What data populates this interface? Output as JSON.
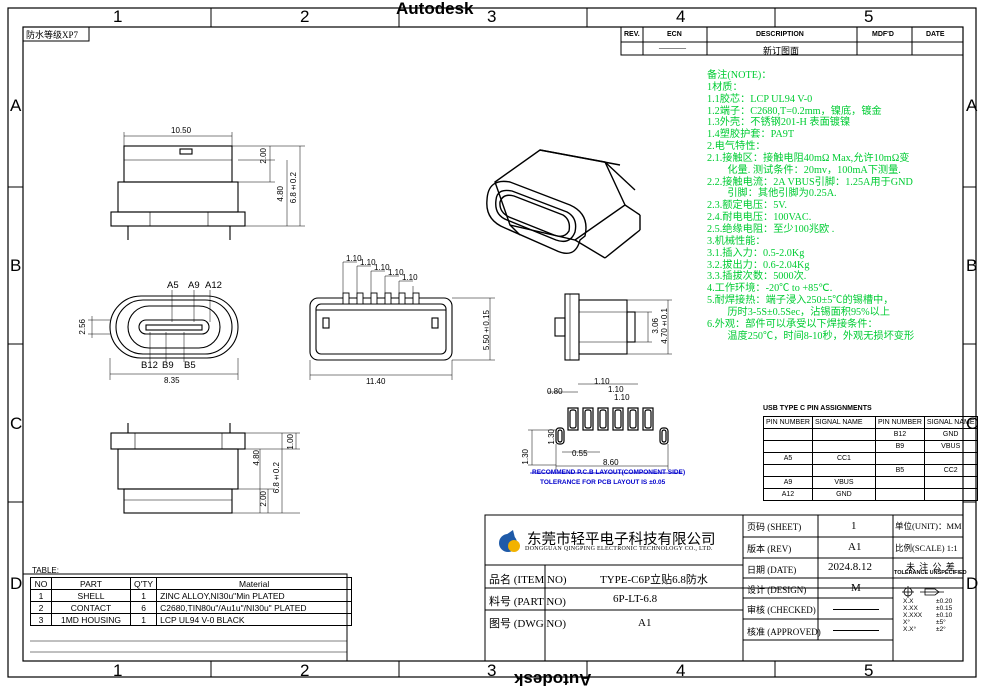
{
  "header": {
    "brand": "Autodesk",
    "top_label": "防水等级XP7"
  },
  "zones": {
    "cols": [
      "1",
      "2",
      "3",
      "4",
      "5"
    ],
    "rows": [
      "A",
      "B",
      "C",
      "D"
    ]
  },
  "revision": {
    "headers": [
      "REV.",
      "ECN",
      "DESCRIPTION",
      "MDF'D",
      "DATE"
    ],
    "description": "新订图面",
    "ecn": "———"
  },
  "notes": [
    "备注(NOTE)：",
    "1材质：",
    "1.1胶芯：LCP UL94 V-0",
    "1.2端子：C2680,T=0.2mm，镍底，镀金",
    "1.3外壳：不锈钢201-H 表面镀镍",
    "1.4塑胶护套：PA9T",
    "2.电气特性：",
    "2.1.接触区：接触电阻40mΩ Max,允许10mΩ变",
    "　　化量. 测试条件：20mv，100mA下测量.",
    "2.2.接触电流：2A VBUS引脚：1.25A用于GND",
    "　　引脚：其他引脚为0.25A.",
    "2.3.额定电压：5V.",
    "2.4.耐电电压：100VAC.",
    "2.5.绝缘电阻：至少100兆欧 .",
    "3.机械性能：",
    "3.1.插入力：0.5-2.0Kg",
    "3.2.拔出力：0.6-2.04Kg",
    "3.3.插拔次数：5000次.",
    "4.工作环境：-20℃ to +85℃.",
    "5.耐焊接热：端子浸入250±5℃的锡槽中，",
    "　　历时3-5S±0.5Sec，沾锡面积95%以上",
    "6.外观：部件可以承受以下焊接条件：",
    "　　温度250℃，时间8-10秒，外观无损坏变形"
  ],
  "usb_table": {
    "title": "USB TYPE C PIN ASSIGNMENTS",
    "headers": [
      "PIN NUMBER",
      "SIGNAL NAME",
      "PIN NUMBER",
      "SIGNAL NAME"
    ],
    "rows": [
      [
        "",
        "",
        "B12",
        "GND"
      ],
      [
        "",
        "",
        "B9",
        "VBUS"
      ],
      [
        "A5",
        "CC1",
        "",
        ""
      ],
      [
        "",
        "",
        "B5",
        "CC2"
      ],
      [
        "A9",
        "VBUS",
        "",
        ""
      ],
      [
        "A12",
        "GND",
        "",
        ""
      ]
    ]
  },
  "bom": {
    "title": "TABLE:",
    "headers": [
      "NO",
      "PART",
      "Q'TY",
      "Material"
    ],
    "rows": [
      [
        "1",
        "SHELL",
        "1",
        "ZINC ALLOY,NI30u\"Min PLATED"
      ],
      [
        "2",
        "CONTACT",
        "6",
        "C2680,TIN80u\"/Au1u\"/NI30u\" PLATED"
      ],
      [
        "3",
        "1MD HOUSING",
        "1",
        "LCP UL94 V-0 BLACK"
      ]
    ]
  },
  "title_block": {
    "company_cn": "东莞市轻平电子科技有限公司",
    "company_en": "DONGGUAN QINGPING ELECTRONIC TECHNOLOGY CO., LTD.",
    "sheet_label": "页码 (SHEET)",
    "sheet": "1",
    "rev_label": "版本 (REV)",
    "rev": "A1",
    "date_label": "日期 (DATE)",
    "date": "2024.8.12",
    "design_label": "设计 (DESIGN)",
    "design": "M",
    "checked_label": "审核 (CHECKED)",
    "approved_label": "核准 (APPROVED)",
    "unit_label": "单位(UNIT)：MM",
    "scale_label": "比例(SCALE) 1:1",
    "tol_title": "未 注 公 差",
    "tol_sub": "TOLERANCE UNSPECIFIED",
    "tol_rows": [
      [
        "X.X",
        "±0.20"
      ],
      [
        "X.XX",
        "±0.15"
      ],
      [
        "X.XXX",
        "±0.10"
      ],
      [
        "X°",
        "±5°"
      ],
      [
        "X.X°",
        "±2°"
      ]
    ],
    "name_label": "品名 (ITEM NO)",
    "name": "TYPE-C6P立贴6.8防水",
    "part_label": "料号 (PART NO)",
    "part": "6P-LT-6.8",
    "dwg_label": "图号 (DWG NO)",
    "dwg": "A1"
  },
  "dims": {
    "top_width": "10.50",
    "top_h1": "2.00",
    "top_h2": "4.80",
    "top_h3": "6.8±0.2",
    "front_w": "8.35",
    "front_h": "2.56",
    "pins_top": [
      "A5",
      "A9",
      "A12"
    ],
    "pins_bottom": [
      "B12",
      "B9",
      "B5"
    ],
    "side_w": "11.40",
    "side_h": "5.50±0.15",
    "side_pitch": [
      "1.10",
      "1.10",
      "1.10",
      "1.10",
      "1.10"
    ],
    "right_h1": "3.06",
    "right_h2": "4.70±0.1",
    "bottom_h1": "1.00",
    "bottom_h2": "4.80",
    "bottom_h3": "6.8±0.2",
    "bottom_h4": "2.00",
    "pcb": [
      "0.80",
      "1.10",
      "1.10",
      "1.10",
      "0.55",
      "8.60",
      "1.30",
      "1.30"
    ],
    "pcb_note1": "RECOMMEND P.C.B LAYOUT(COMPONENT SIDE)",
    "pcb_note2": "TOLERANCE FOR PCB LAYOUT IS ±0.05"
  }
}
